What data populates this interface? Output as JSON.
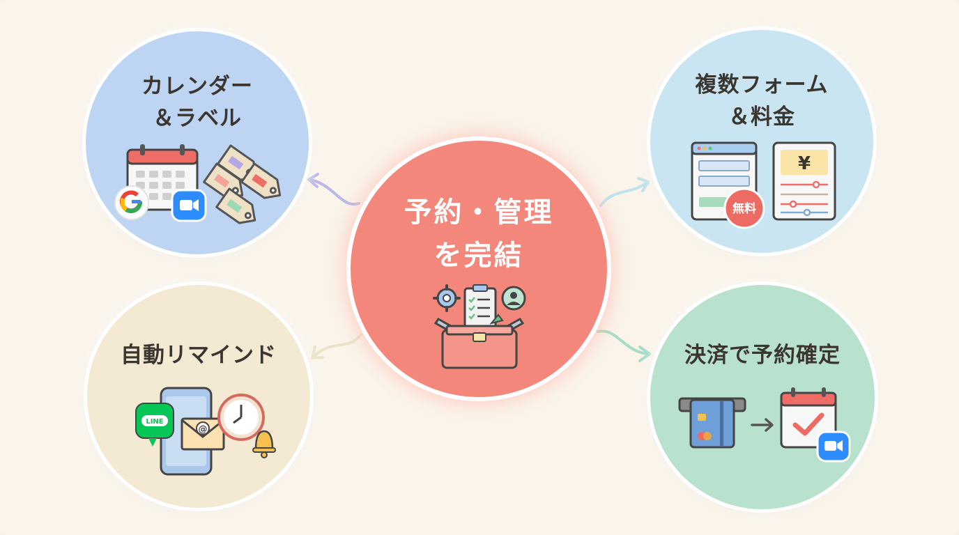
{
  "center": {
    "title": "予約・管理\nを完結",
    "icon": "toolbox-icon"
  },
  "features": [
    {
      "title": "カレンダー\n＆ラベル",
      "icons": [
        "calendar-icon",
        "google-icon",
        "zoom-icon",
        "tag-icon"
      ]
    },
    {
      "title": "複数フォーム\n＆料金",
      "badge": "無料",
      "price_symbol": "¥",
      "icons": [
        "form-window-icon",
        "price-sheet-icon"
      ]
    },
    {
      "title": "自動リマインド",
      "chat_label": "LINE",
      "icons": [
        "smartphone-icon",
        "line-icon",
        "mail-icon",
        "clock-icon",
        "bell-icon"
      ]
    },
    {
      "title": "決済で予約確定",
      "icons": [
        "card-reader-icon",
        "arrow-right-icon",
        "calendar-check-icon",
        "zoom-icon"
      ]
    }
  ],
  "colors": {
    "background": "#faf4ea",
    "center": "#f4877b",
    "calendar": "#bdd5f3",
    "forms": "#c9e5f1",
    "remind": "#f4e9d3",
    "payment": "#b8e2cd"
  }
}
